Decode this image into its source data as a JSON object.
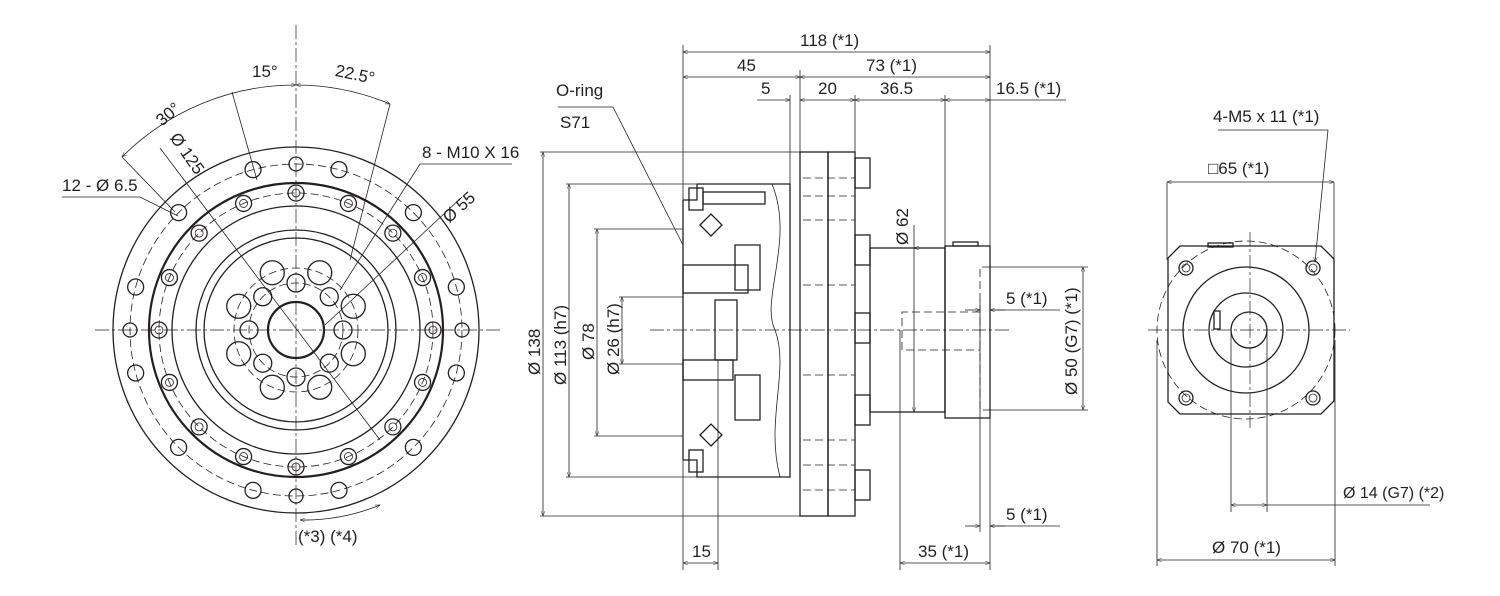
{
  "front_view": {
    "angle_15": "15°",
    "angle_22_5": "22.5°",
    "angle_30": "30°",
    "pcd_125": "Ø 125",
    "holes_12": "12 - Ø 6.5",
    "tapped_holes": "8 - M10 X 16",
    "pcd_55": "Ø 55",
    "notes": "(*3) (*4)"
  },
  "side_view": {
    "overall_length": "118 (*1)",
    "length_45": "45",
    "length_73": "73 (*1)",
    "length_5": "5",
    "length_20": "20",
    "length_36_5": "36.5",
    "length_16_5": "16.5 (*1)",
    "oring_label": "O-ring",
    "oring_size": "S71",
    "dia_138": "Ø 138",
    "dia_113": "Ø 113 (h7)",
    "dia_78": "Ø 78",
    "dia_26": "Ø 26 (h7)",
    "dia_62": "Ø 62",
    "dia_50": "Ø 50 (G7) (*1)",
    "depth_5_top": "5 (*1)",
    "depth_5_bottom": "5 (*1)",
    "length_15": "15",
    "length_35": "35 (*1)"
  },
  "motor_view": {
    "screws": "4-M5 x 11 (*1)",
    "square_65": "□65 (*1)",
    "bore_14": "Ø 14 (G7) (*2)",
    "dia_70": "Ø 70 (*1)"
  }
}
